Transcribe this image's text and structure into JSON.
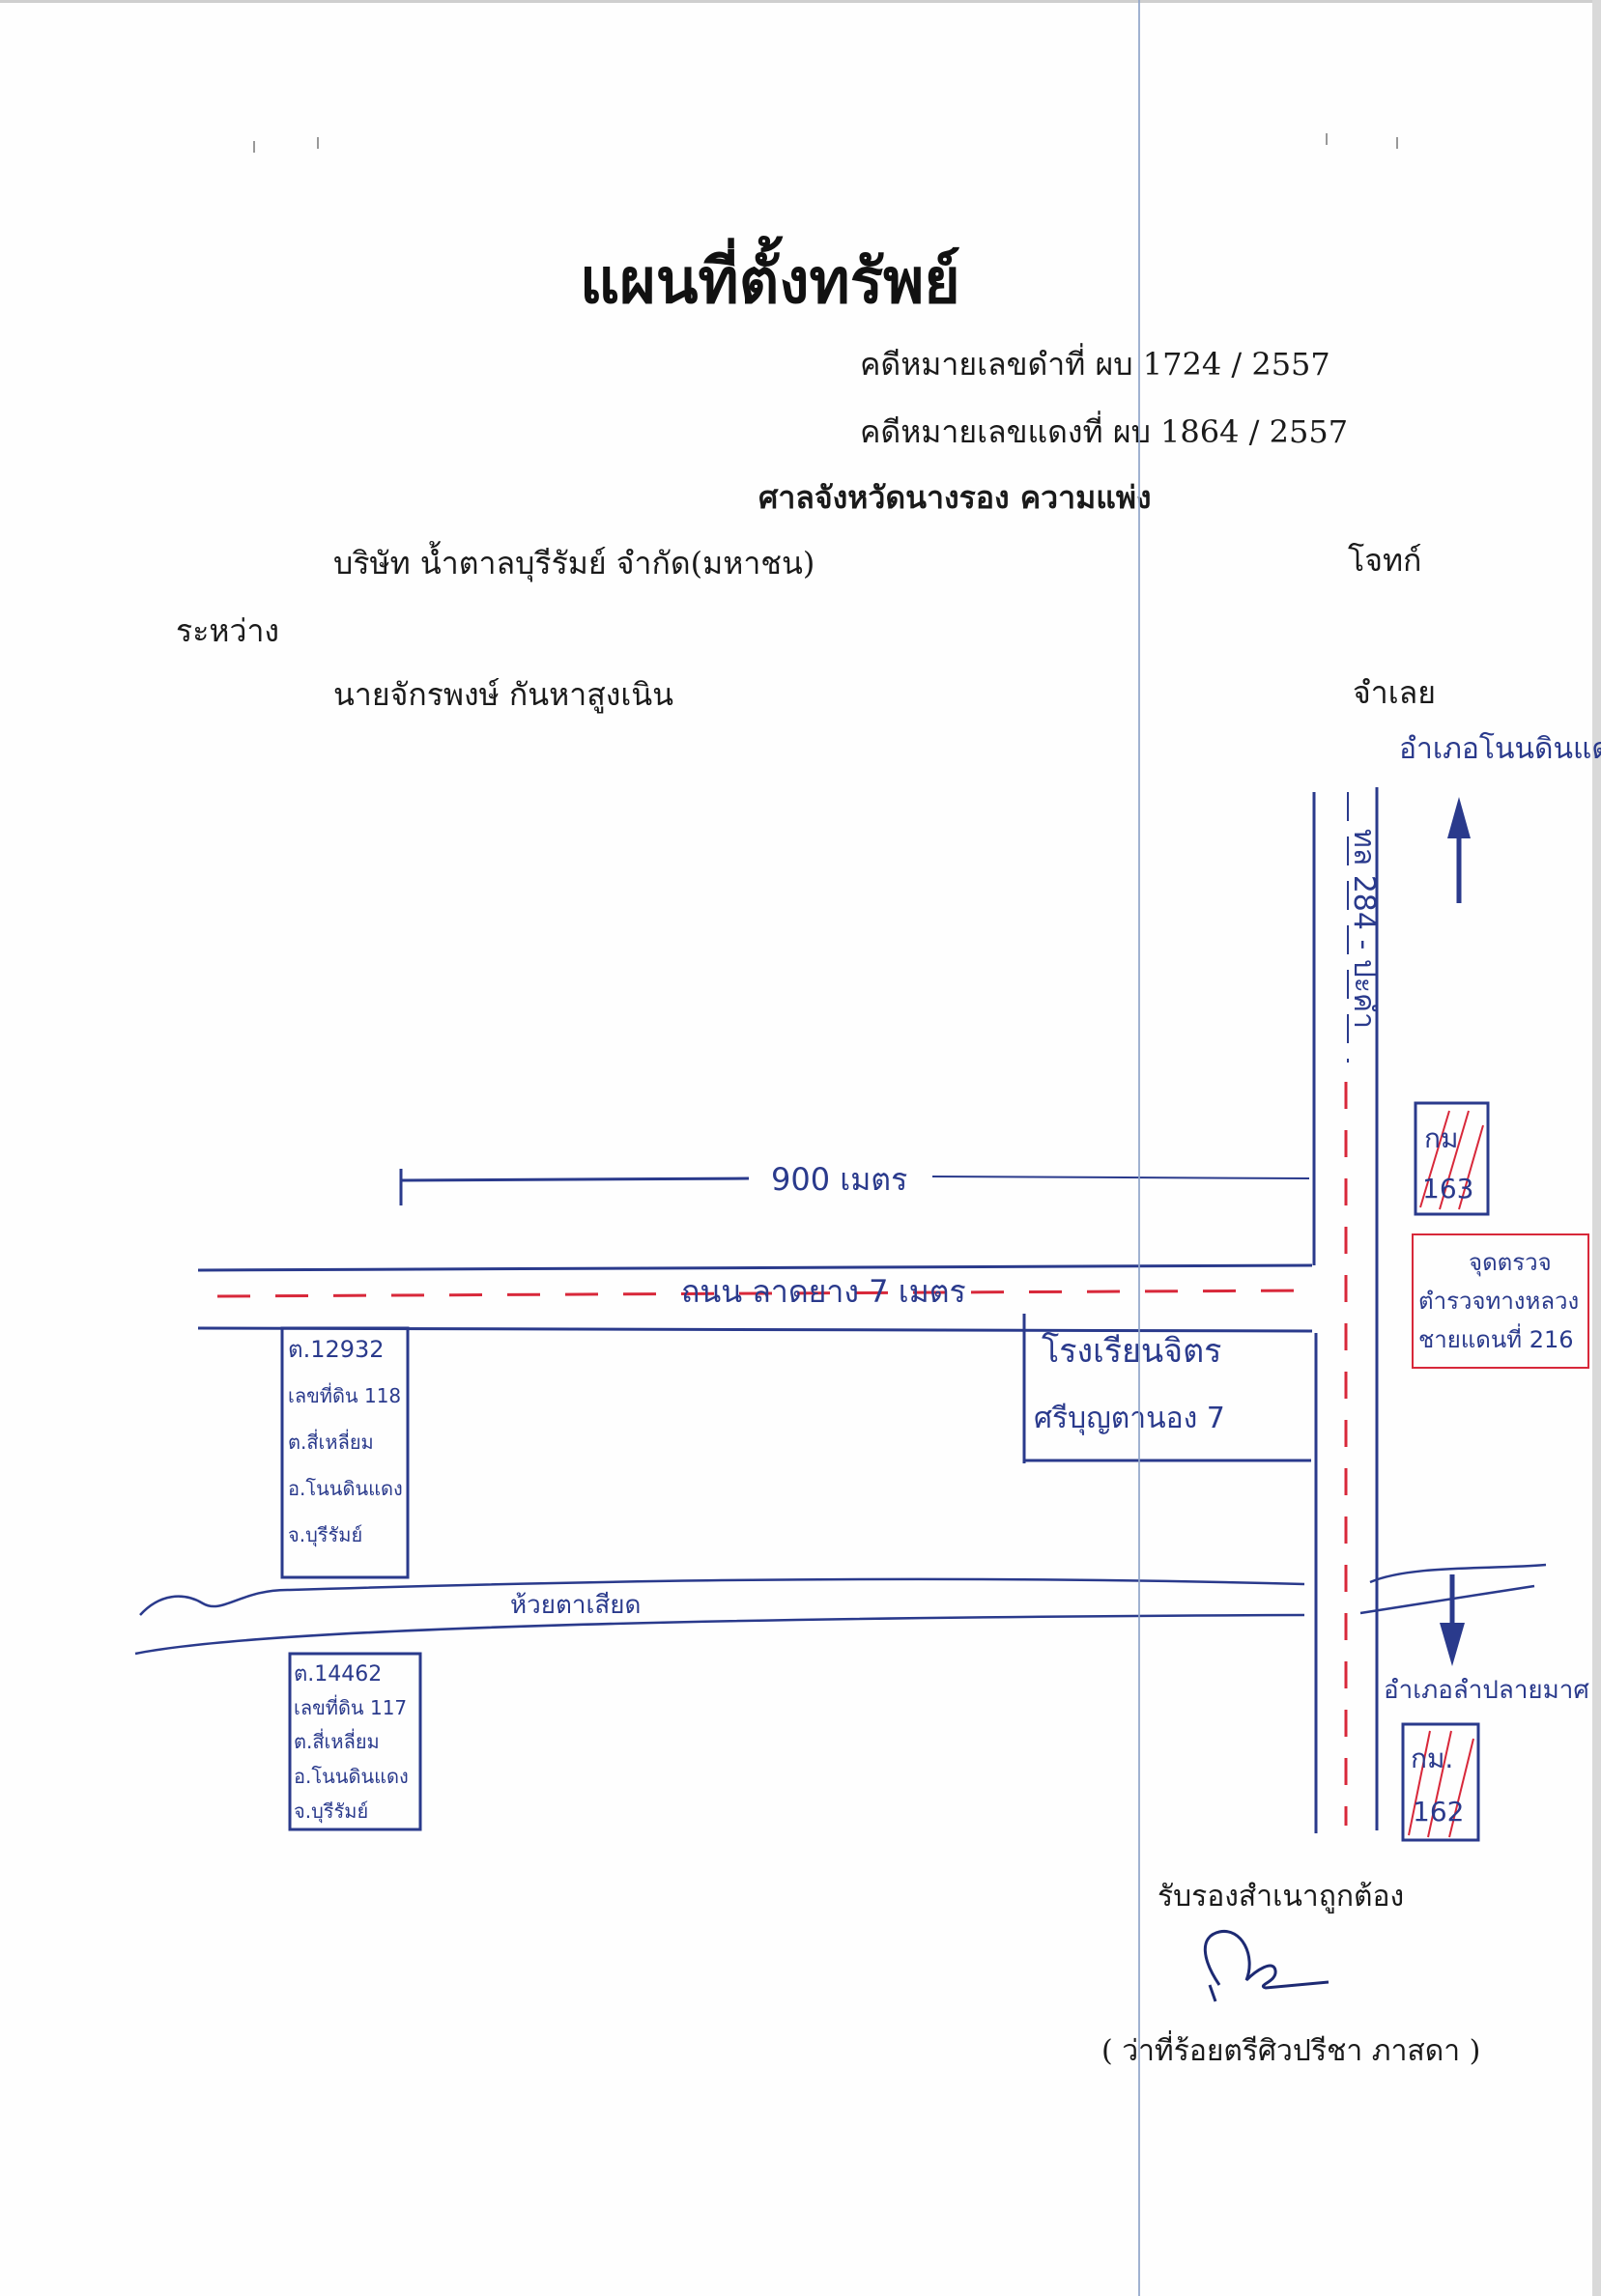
{
  "document": {
    "title": "แผนที่ตั้งทรัพย์",
    "black_case": "คดีหมายเลขดำที่  ผบ 1724 / 2557",
    "red_case": "คดีหมายเลขแดงที่ ผบ 1864  / 2557",
    "court": "ศาลจังหวัดนางรอง   ความแพ่ง",
    "plaintiff_name": "บริษัท น้ำตาลบุรีรัมย์ จำกัด(มหาชน)",
    "plaintiff_role": "โจทก์",
    "between": "ระหว่าง",
    "defendant_name": "นายจักรพงษ์ กันหาสูงเนิน",
    "defendant_role": "จำเลย"
  },
  "map": {
    "north_label": "อำเภอโนนดินแดง",
    "south_label": "อำเภอลำปลายมาศ",
    "main_road": "ทล 284 - ปะคำ",
    "branch_road": "ถนน ลาดยาง 7 เมตร",
    "distance": "900 เมตร",
    "km_top": [
      "กม",
      "163"
    ],
    "km_bottom": [
      "กม.",
      "162"
    ],
    "police_box": [
      "จุดตรวจ",
      "ตำรวจทางหลวง",
      "ชายแดนที่ 216"
    ],
    "school": [
      "โรงเรียนจิตร",
      "ศรีบุญตานอง 7"
    ],
    "stream": "ห้วยตาเสียด",
    "parcel_1": [
      "ต.12932",
      "เลขที่ดิน 118",
      "ต.สี่เหลี่ยม",
      "อ.โนนดินแดง",
      "จ.บุรีรัมย์"
    ],
    "parcel_2": [
      "ต.14462",
      "เลขที่ดิน 117",
      "ต.สี่เหลี่ยม",
      "อ.โนนดินแดง",
      "จ.บุรีรัมย์"
    ]
  },
  "certification": {
    "certified": "รับรองสำเนาถูกต้อง",
    "signer": "( ว่าที่ร้อยตรีศิวปรีชา  ภาสดา )"
  },
  "colors": {
    "ink_blue": "#2a3a8c",
    "ink_red": "#d8283a",
    "fold_line": "#8fa4c9"
  }
}
